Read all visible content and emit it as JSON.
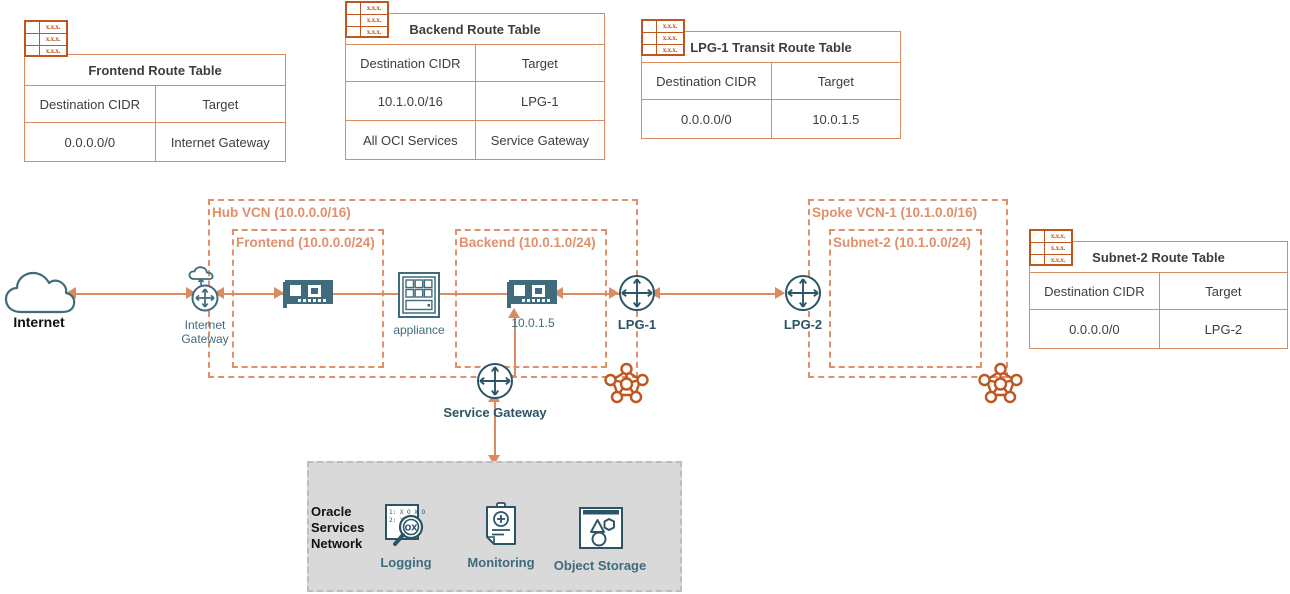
{
  "colors": {
    "accent_orange": "#d98c5f",
    "icon_orange": "#c0561f",
    "dashed_orange": "#e0906b",
    "teal": "#3f6b7d",
    "dark_teal": "#2b5566",
    "osn_bg": "#d9d9d9"
  },
  "route_tables": [
    {
      "id": "frontend",
      "title": "Frontend Route Table",
      "icon_cells": [
        "x.x.x.",
        "x.x.x.",
        "x.x.x."
      ],
      "headers": [
        "Destination CIDR",
        "Target"
      ],
      "rows": [
        [
          "0.0.0.0/0",
          "Internet Gateway"
        ]
      ]
    },
    {
      "id": "backend",
      "title": "Backend Route Table",
      "icon_cells": [
        "x.x.x.",
        "x.x.x.",
        "x.x.x."
      ],
      "headers": [
        "Destination CIDR",
        "Target"
      ],
      "rows": [
        [
          "10.1.0.0/16",
          "LPG-1"
        ],
        [
          "All OCI Services",
          "Service Gateway"
        ]
      ]
    },
    {
      "id": "lpg1transit",
      "title": "LPG-1 Transit Route Table",
      "icon_cells": [
        "x.x.x.",
        "x.x.x.",
        "x.x.x."
      ],
      "headers": [
        "Destination CIDR",
        "Target"
      ],
      "rows": [
        [
          "0.0.0.0/0",
          "10.0.1.5"
        ]
      ]
    },
    {
      "id": "subnet2",
      "title": "Subnet-2 Route Table",
      "icon_cells": [
        "x.x.x.",
        "x.x.x.",
        "x.x.x."
      ],
      "headers": [
        "Destination CIDR",
        "Target"
      ],
      "rows": [
        [
          "0.0.0.0/0",
          "LPG-2"
        ]
      ]
    }
  ],
  "diagram": {
    "hub_vcn_label": "Hub VCN (10.0.0.0/16)",
    "frontend_subnet_label": "Frontend (10.0.0.0/24)",
    "backend_subnet_label": "Backend (10.0.1.0/24)",
    "spoke_vcn_label": "Spoke VCN-1 (10.1.0.0/16)",
    "subnet2_label": "Subnet-2 (10.1.0.0/24)",
    "internet_label": "Internet",
    "internet_gateway_label_1": "Internet",
    "internet_gateway_label_2": "Gateway",
    "appliance_label": "appliance",
    "backend_nic_label": "10.0.1.5",
    "lpg1_label": "LPG-1",
    "lpg2_label": "LPG-2",
    "service_gateway_label": "Service Gateway"
  },
  "oracle_services_network": {
    "title_line1": "Oracle",
    "title_line2": "Services",
    "title_line3": "Network",
    "services": [
      {
        "name": "Logging",
        "icon": "log-search-icon"
      },
      {
        "name": "Monitoring",
        "icon": "clipboard-plus-icon"
      },
      {
        "name": "Object Storage",
        "icon": "object-shapes-icon"
      }
    ]
  }
}
